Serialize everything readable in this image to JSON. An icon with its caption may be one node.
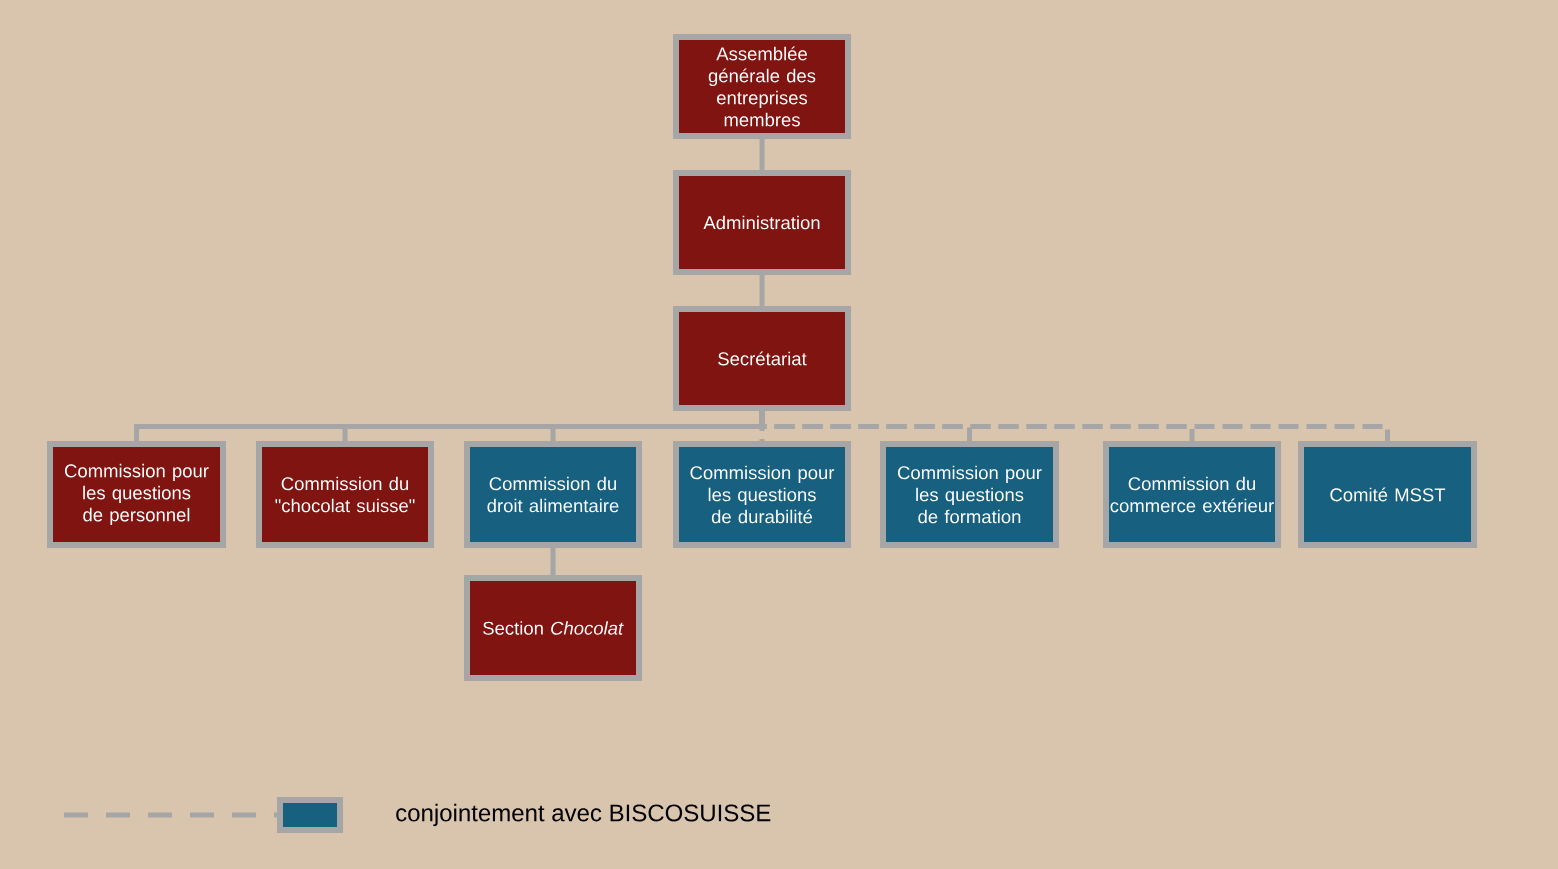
{
  "diagram": {
    "nodes": [
      {
        "text": [
          "Assemblée générale des entreprises membres"
        ]
      },
      {
        "text": [
          "Administration"
        ]
      },
      {
        "text": [
          "Secrétariat"
        ]
      },
      {
        "text": [
          "Commission pour les questions de personnel"
        ]
      },
      {
        "text": [
          "Commission du \"chocolat suisse\""
        ]
      },
      {
        "text": [
          "Commission du droit alimentaire"
        ]
      },
      {
        "text": [
          "Commission pour les questions de durabilité"
        ]
      },
      {
        "text": [
          "Commission pour les questions de formation"
        ]
      },
      {
        "text": [
          "Commission du commerce extérieur"
        ]
      },
      {
        "text": [
          "Comité MSST"
        ]
      },
      {
        "text": [
          "Section *Chocolat*"
        ]
      }
    ],
    "edges": [
      {
        "from": 0,
        "to": 1,
        "arrow": "none"
      },
      {
        "from": 1,
        "to": 2,
        "arrow": "none"
      },
      {
        "from": 2,
        "to": 3,
        "arrow": "none"
      },
      {
        "from": 2,
        "to": 4,
        "arrow": "none"
      },
      {
        "from": 2,
        "to": 5,
        "arrow": "none",
        "style": "dashed"
      },
      {
        "from": 2,
        "to": 6,
        "arrow": "none",
        "style": "dashed"
      },
      {
        "from": 2,
        "to": 7,
        "arrow": "none",
        "style": "dashed"
      },
      {
        "from": 2,
        "to": 8,
        "arrow": "none",
        "style": "dashed"
      },
      {
        "from": 2,
        "to": 9,
        "arrow": "none",
        "style": "dashed"
      },
      {
        "from": 5,
        "to": 10,
        "arrow": "none"
      }
    ],
    "legend": [
      {
        "text": "conjointement avec BISCOSUISSE",
        "color": "#17607f"
      }
    ]
  }
}
